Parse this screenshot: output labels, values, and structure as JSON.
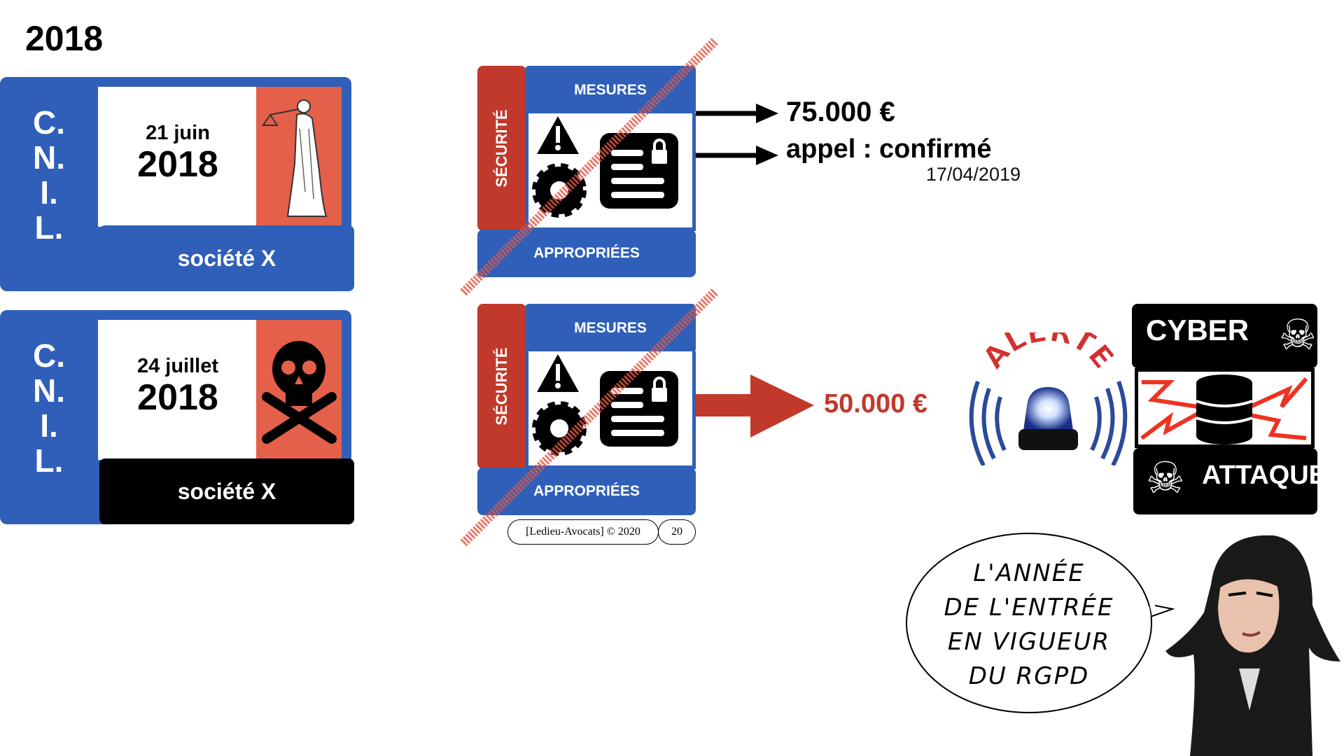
{
  "title": "2018",
  "cases": [
    {
      "authority": [
        "C.",
        "N.",
        "I.",
        "L."
      ],
      "date_day": "21 juin",
      "date_year": "2018",
      "company": "société X",
      "icon": "lady-justice-icon",
      "bar_color": "#2f5fb8"
    },
    {
      "authority": [
        "C.",
        "N.",
        "I.",
        "L."
      ],
      "date_day": "24 juillet",
      "date_year": "2018",
      "company": "société X",
      "icon": "skull-crossbones-icon",
      "bar_color": "#000000"
    }
  ],
  "security_blocks": [
    {
      "side": "SÉCURITÉ",
      "head": "MESURES",
      "foot": "APPROPRIÉES"
    },
    {
      "side": "SÉCURITÉ",
      "head": "MESURES",
      "foot": "APPROPRIÉES"
    }
  ],
  "outcome1": {
    "fine": "75.000 €",
    "appeal": "appel : confirmé",
    "appeal_date": "17/04/2019"
  },
  "outcome2": {
    "fine": "50.000 €"
  },
  "alert": {
    "label": "ALERTE"
  },
  "cyber": {
    "top": "CYBER",
    "bottom": "ATTAQUE"
  },
  "footer": {
    "copyright": "[Ledieu-Avocats] © 2020",
    "page": "20"
  },
  "speech": {
    "lines": [
      "L'ANNÉE",
      "DE L'ENTRÉE",
      "EN VIGUEUR",
      "DU RGPD"
    ]
  },
  "colors": {
    "blue": "#2f5fb8",
    "red": "#c0392b",
    "salmon": "#e4604a"
  }
}
